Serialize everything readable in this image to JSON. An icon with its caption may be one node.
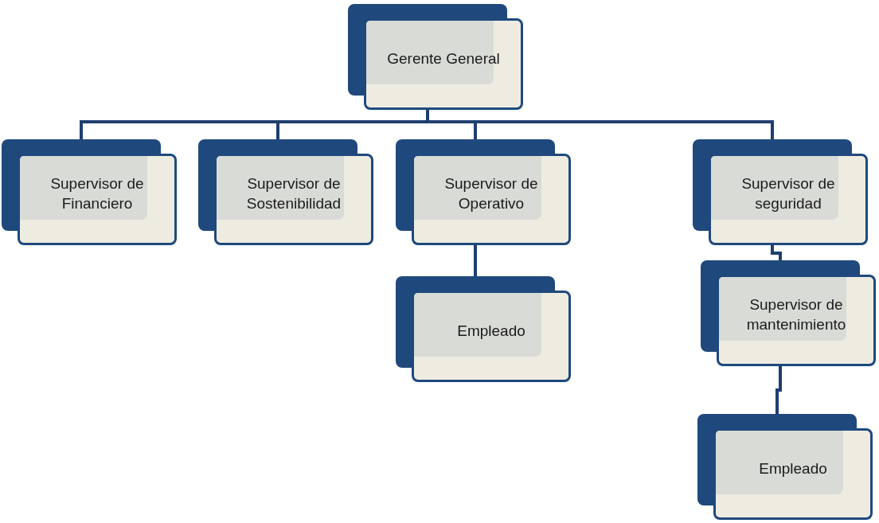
{
  "diagram": {
    "nodes": [
      {
        "text": [
          "Gerente General"
        ]
      },
      {
        "text": [
          "Supervisor de Financiero"
        ]
      },
      {
        "text": [
          "Supervisor de Sostenibilidad"
        ]
      },
      {
        "text": [
          "Supervisor de Operativo"
        ]
      },
      {
        "text": [
          "Supervisor de seguridad"
        ]
      },
      {
        "text": [
          "Empleado"
        ]
      },
      {
        "text": [
          "Supervisor de mantenimiento"
        ]
      },
      {
        "text": [
          "Empleado"
        ]
      }
    ],
    "edges": [
      {
        "from": 0,
        "to": 1,
        "arrow": "none"
      },
      {
        "from": 0,
        "to": 2,
        "arrow": "none"
      },
      {
        "from": 0,
        "to": 3,
        "arrow": "none"
      },
      {
        "from": 0,
        "to": 4,
        "arrow": "none"
      },
      {
        "from": 3,
        "to": 5,
        "arrow": "none"
      },
      {
        "from": 4,
        "to": 6,
        "arrow": "none"
      },
      {
        "from": 6,
        "to": 7,
        "arrow": "none"
      }
    ]
  }
}
